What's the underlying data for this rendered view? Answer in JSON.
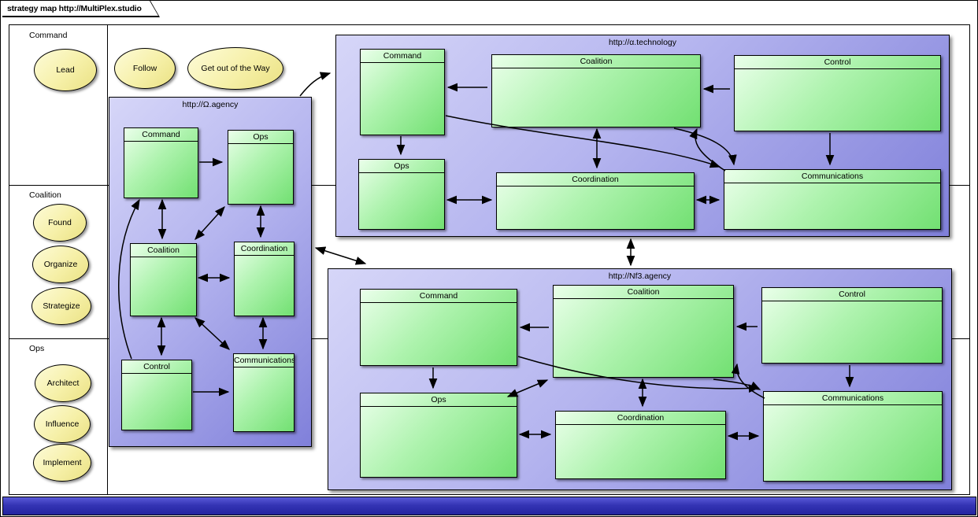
{
  "frame": {
    "tab_title": "strategy map http://MultiPlex.studio"
  },
  "lanes": [
    {
      "label": "Command",
      "ellipses": [
        "Lead",
        "Follow",
        "Get out of the Way"
      ]
    },
    {
      "label": "Coalition",
      "ellipses": [
        "Found",
        "Organize",
        "Strategize"
      ]
    },
    {
      "label": "Ops",
      "ellipses": [
        "Architect",
        "Influence",
        "Implement"
      ]
    }
  ],
  "groups": [
    {
      "title": "http://Ω.agency",
      "boxes": [
        "Command",
        "Ops",
        "Coalition",
        "Coordination",
        "Control",
        "Communications"
      ]
    },
    {
      "title": "http://α.technology",
      "boxes": [
        "Command",
        "Coalition",
        "Control",
        "Ops",
        "Coordination",
        "Communications"
      ]
    },
    {
      "title": "http://Nf3.agency",
      "boxes": [
        "Command",
        "Coalition",
        "Control",
        "Ops",
        "Coordination",
        "Communications"
      ]
    }
  ],
  "edges": [
    {
      "scope": "Ω.agency",
      "from": "Command",
      "to": "Ops",
      "heads": "single"
    },
    {
      "scope": "Ω.agency",
      "from": "Ops",
      "to": "Coordination",
      "heads": "double"
    },
    {
      "scope": "Ω.agency",
      "from": "Command",
      "to": "Coalition",
      "heads": "double"
    },
    {
      "scope": "Ω.agency",
      "from": "Coalition",
      "to": "Ops",
      "heads": "double"
    },
    {
      "scope": "Ω.agency",
      "from": "Coalition",
      "to": "Coordination",
      "heads": "double"
    },
    {
      "scope": "Ω.agency",
      "from": "Coalition",
      "to": "Control",
      "heads": "double"
    },
    {
      "scope": "Ω.agency",
      "from": "Coalition",
      "to": "Communications",
      "heads": "double"
    },
    {
      "scope": "Ω.agency",
      "from": "Coordination",
      "to": "Communications",
      "heads": "double"
    },
    {
      "scope": "Ω.agency",
      "from": "Control",
      "to": "Communications",
      "heads": "single"
    },
    {
      "scope": "Ω.agency",
      "from": "Control",
      "to": "Command",
      "heads": "single-curved"
    },
    {
      "scope": "map",
      "from": "Ω.agency",
      "to": "α.technology",
      "heads": "single"
    },
    {
      "scope": "map",
      "from": "α.technology",
      "to": "Nf3.agency",
      "heads": "double"
    },
    {
      "scope": "map",
      "from": "Ω.agency",
      "to": "Nf3.agency",
      "heads": "double"
    },
    {
      "scope": "α.technology",
      "from": "Coalition",
      "to": "Command",
      "heads": "single"
    },
    {
      "scope": "α.technology",
      "from": "Command",
      "to": "Ops",
      "heads": "single"
    },
    {
      "scope": "α.technology",
      "from": "Coalition",
      "to": "Coordination",
      "heads": "double"
    },
    {
      "scope": "α.technology",
      "from": "Ops",
      "to": "Coordination",
      "heads": "double"
    },
    {
      "scope": "α.technology",
      "from": "Coordination",
      "to": "Communications",
      "heads": "double"
    },
    {
      "scope": "α.technology",
      "from": "Control",
      "to": "Communications",
      "heads": "single"
    },
    {
      "scope": "α.technology",
      "from": "Control",
      "to": "Coalition",
      "heads": "single"
    },
    {
      "scope": "α.technology",
      "from": "Coalition",
      "to": "Communications",
      "heads": "double-curved"
    },
    {
      "scope": "α.technology",
      "from": "Command",
      "to": "Communications",
      "heads": "single-curved"
    },
    {
      "scope": "Nf3.agency",
      "from": "Coalition",
      "to": "Command",
      "heads": "single"
    },
    {
      "scope": "Nf3.agency",
      "from": "Control",
      "to": "Coalition",
      "heads": "single"
    },
    {
      "scope": "Nf3.agency",
      "from": "Command",
      "to": "Ops",
      "heads": "single"
    },
    {
      "scope": "Nf3.agency",
      "from": "Coalition",
      "to": "Coordination",
      "heads": "double"
    },
    {
      "scope": "Nf3.agency",
      "from": "Ops",
      "to": "Coordination",
      "heads": "double"
    },
    {
      "scope": "Nf3.agency",
      "from": "Coordination",
      "to": "Communications",
      "heads": "double"
    },
    {
      "scope": "Nf3.agency",
      "from": "Control",
      "to": "Communications",
      "heads": "single"
    },
    {
      "scope": "Nf3.agency",
      "from": "Ops",
      "to": "Coalition",
      "heads": "double"
    },
    {
      "scope": "Nf3.agency",
      "from": "Coalition",
      "to": "Communications",
      "heads": "double-curved"
    },
    {
      "scope": "Nf3.agency",
      "from": "Command",
      "to": "Communications",
      "heads": "single-curved"
    }
  ],
  "colors": {
    "node_fill_light": "#eaffea",
    "node_fill_dark": "#72e072",
    "group_fill_light": "#d6d6f8",
    "group_fill_dark": "#8080da",
    "ellipse_fill_light": "#fdfbd8",
    "ellipse_fill_dark": "#eae183",
    "footer_bar": "#3434b4",
    "edge": "#000000"
  }
}
